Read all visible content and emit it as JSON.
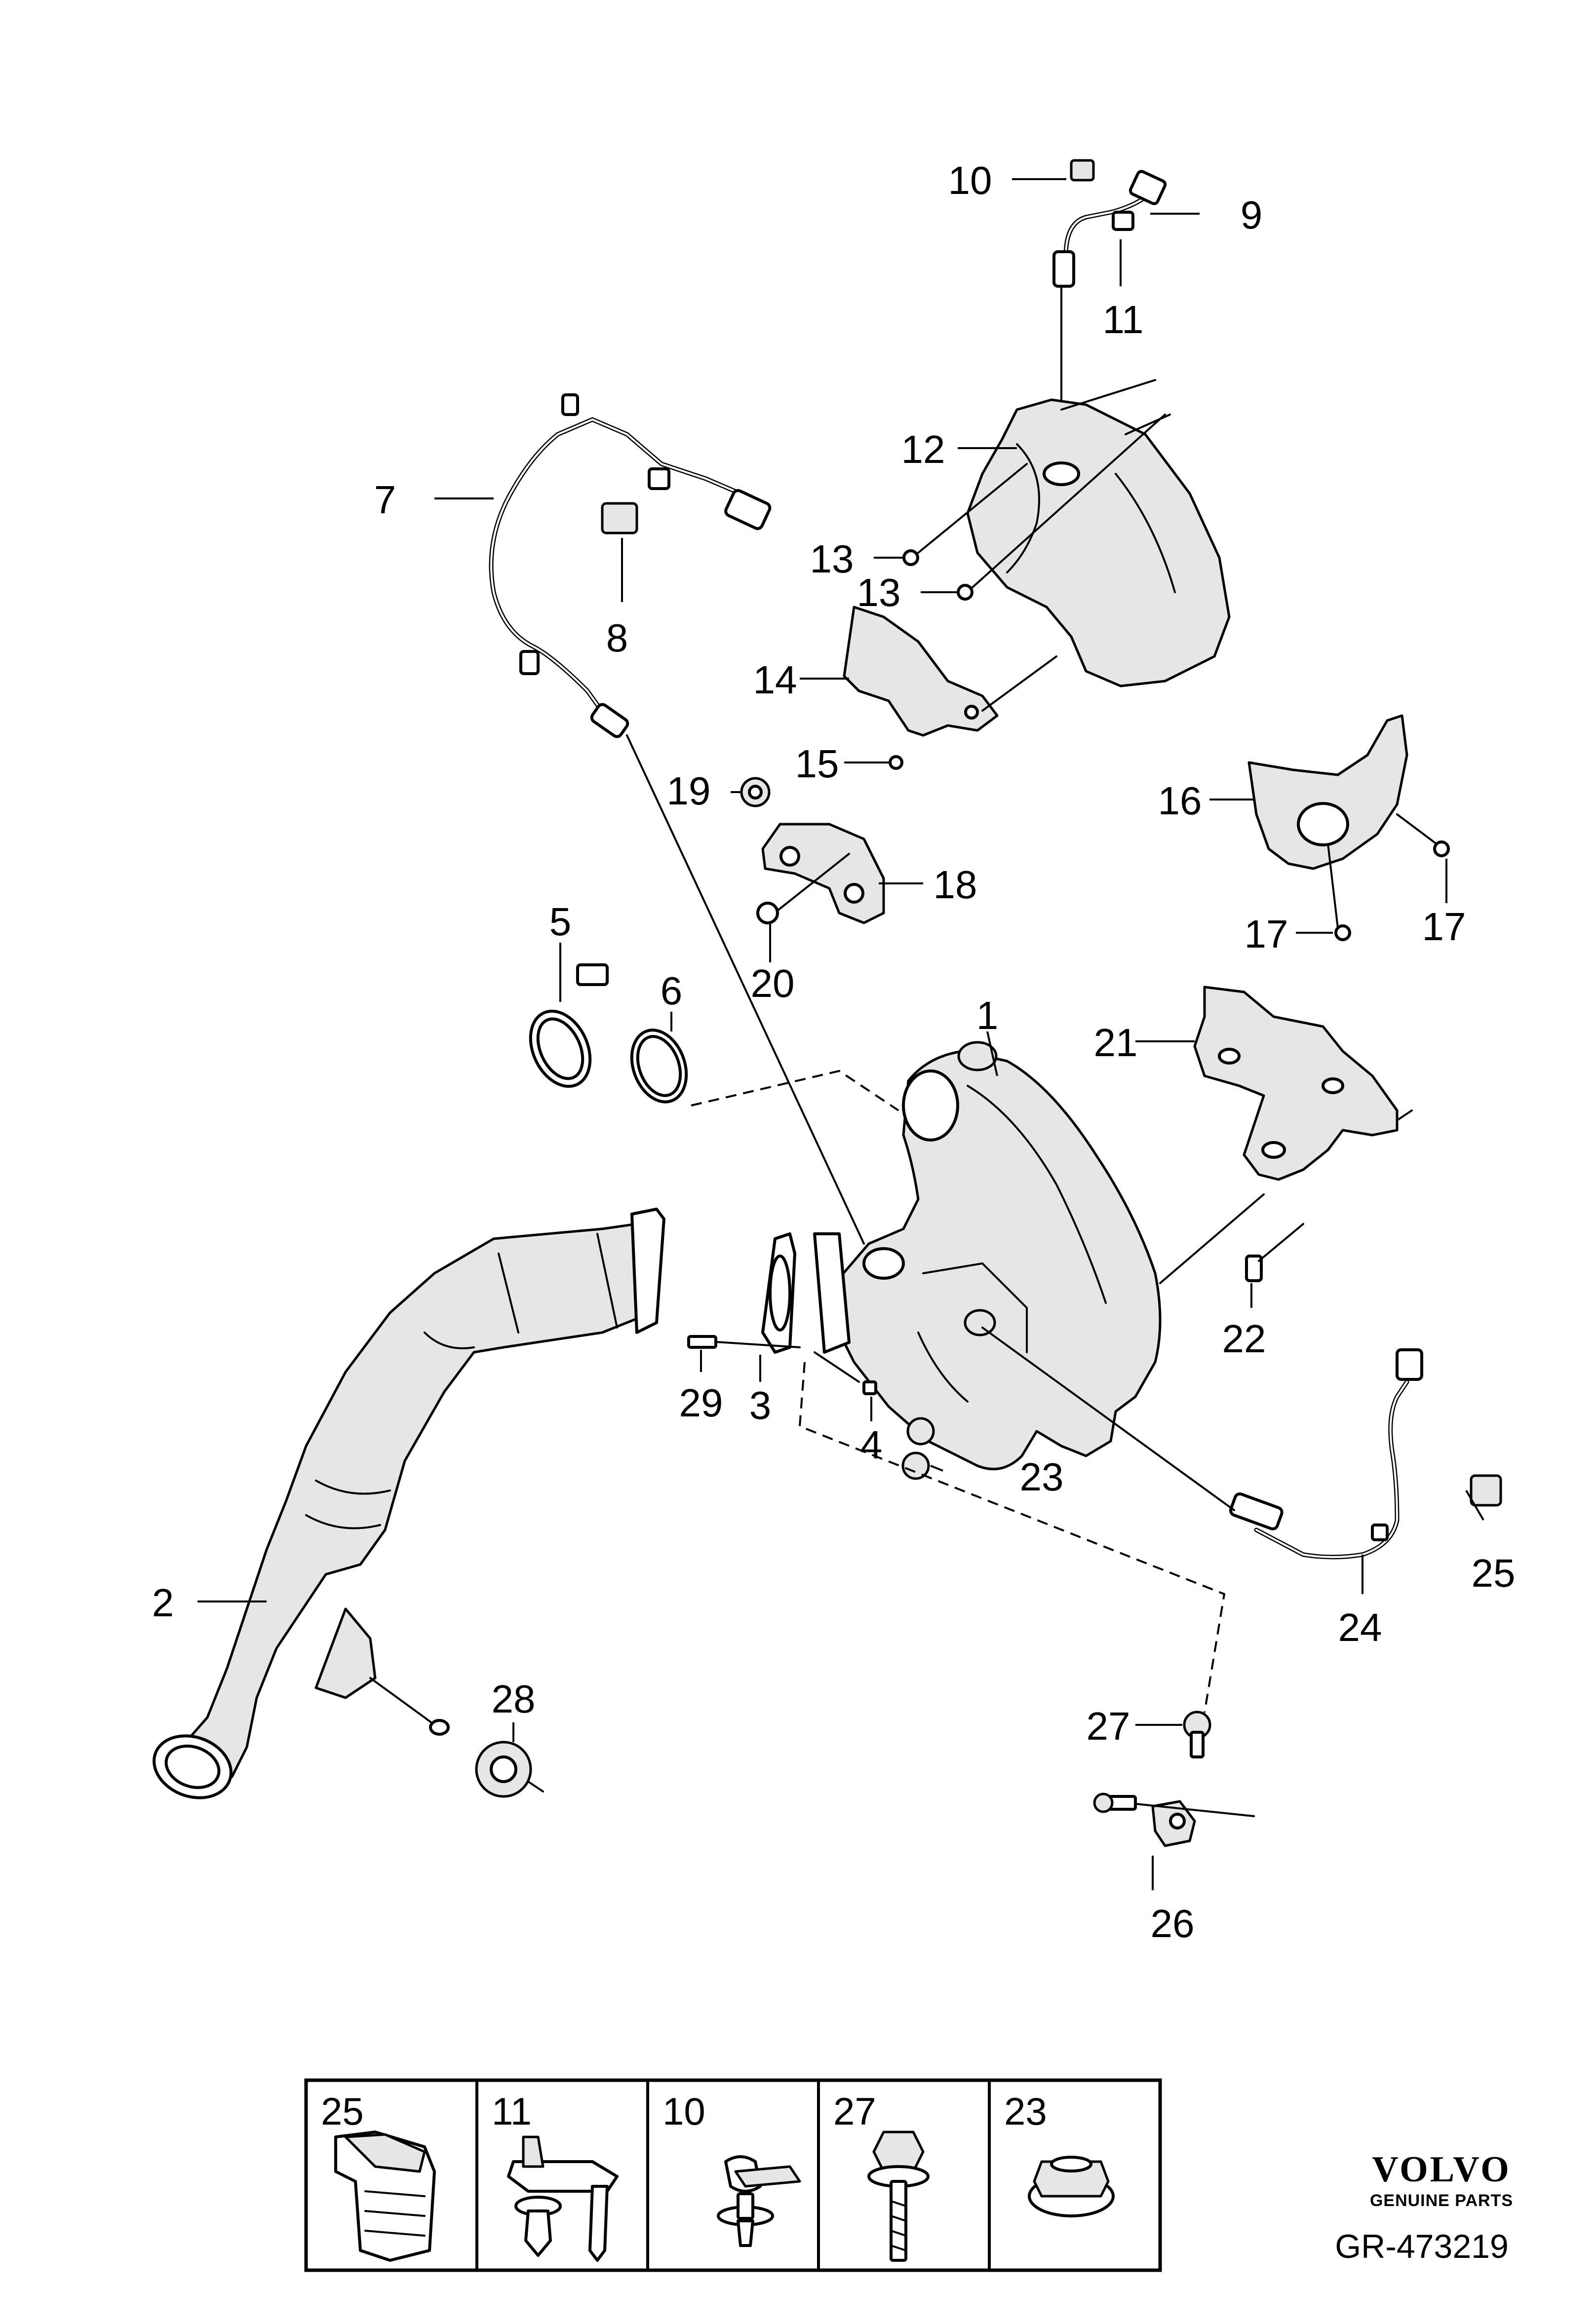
{
  "callouts": {
    "c1": "1",
    "c2": "2",
    "c3": "3",
    "c4": "4",
    "c5": "5",
    "c6": "6",
    "c7": "7",
    "c8": "8",
    "c9": "9",
    "c10": "10",
    "c11": "11",
    "c12": "12",
    "c13a": "13",
    "c13b": "13",
    "c14": "14",
    "c15": "15",
    "c16": "16",
    "c17a": "17",
    "c17b": "17",
    "c18": "18",
    "c19": "19",
    "c20": "20",
    "c21": "21",
    "c22": "22",
    "c23": "23",
    "c24": "24",
    "c25": "25",
    "c26": "26",
    "c27": "27",
    "c28": "28",
    "c29": "29"
  },
  "legend": {
    "items": [
      "25",
      "11",
      "10",
      "27",
      "23"
    ]
  },
  "brand": {
    "name": "VOLVO",
    "tagline": "GENUINE PARTS",
    "reference": "GR-473219"
  }
}
